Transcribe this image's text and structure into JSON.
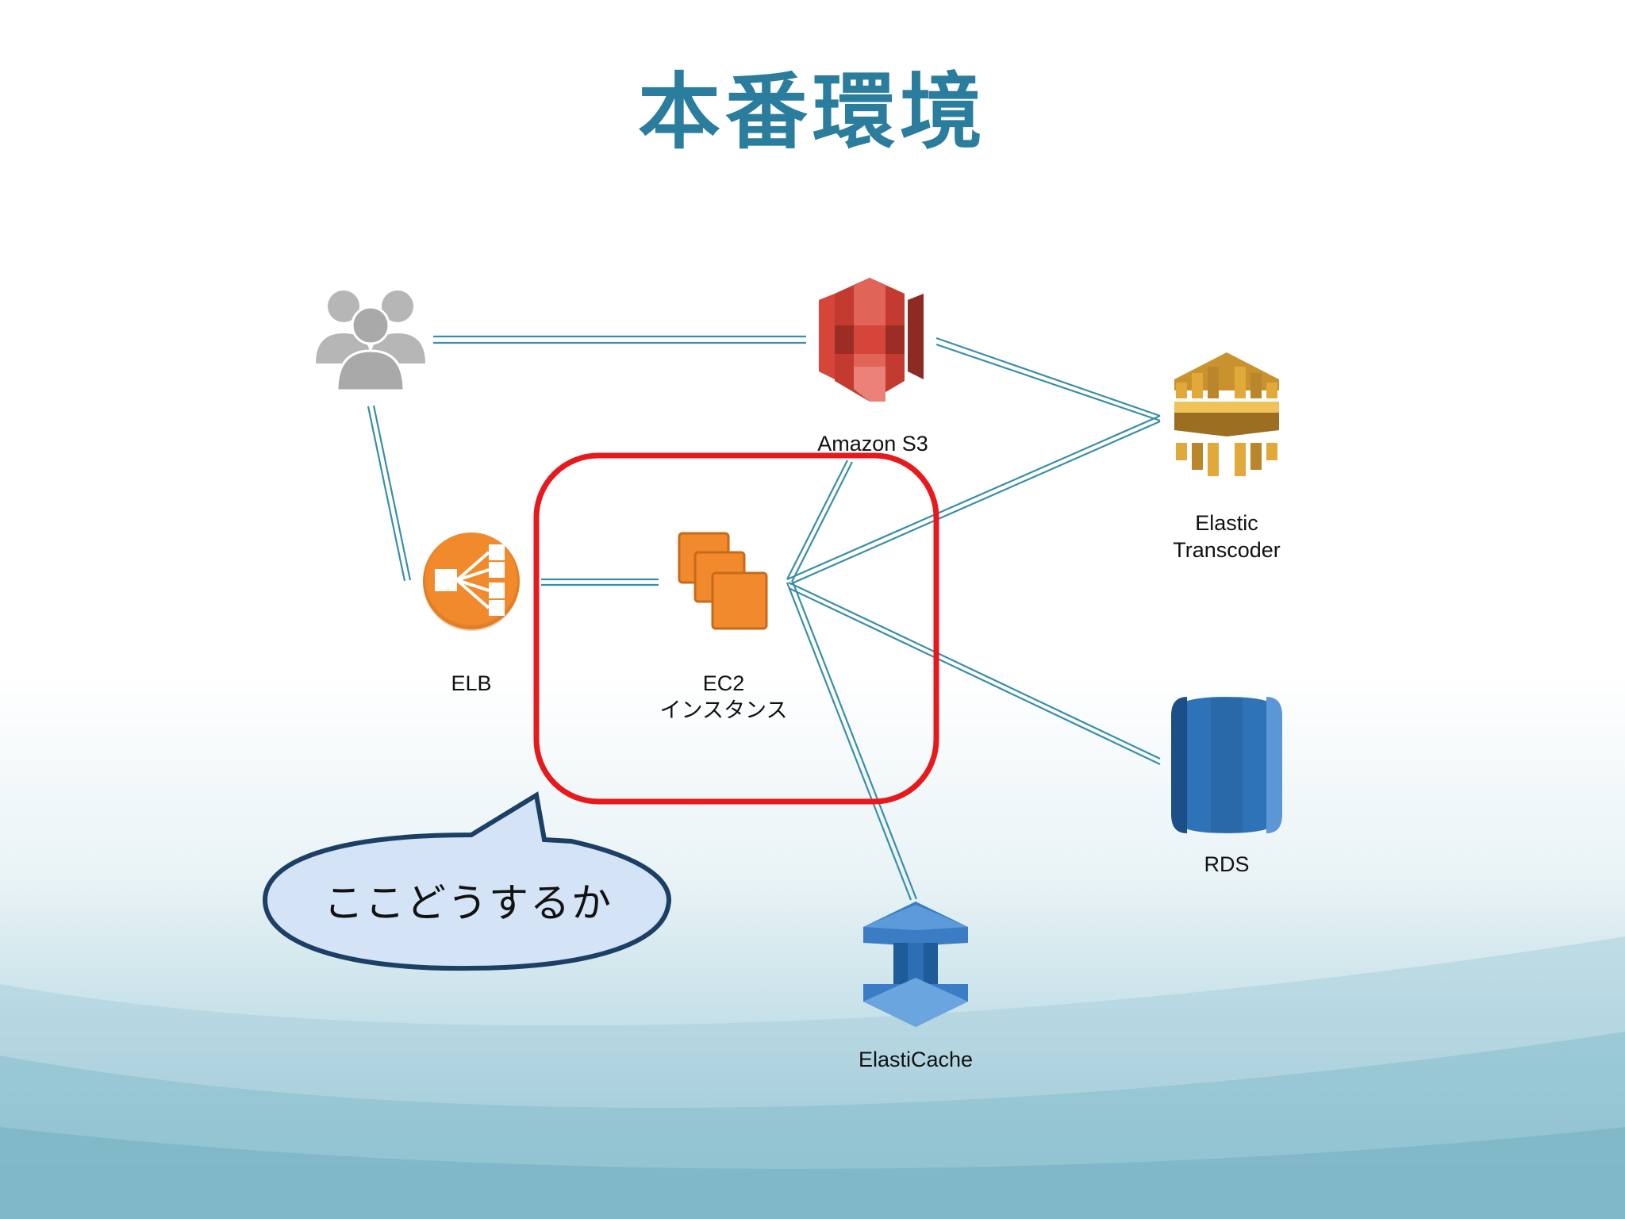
{
  "slide": {
    "title": "本番環境",
    "colors": {
      "title": "#2a7d9c",
      "connector": "#3a8ea8",
      "highlight": "#e8191d",
      "bubble_fill": "#d4e4f6",
      "bubble_stroke": "#1c3f66",
      "elb": "#f08a2c",
      "ec2": "#f08a2c",
      "s3": "#d6453a",
      "transcoder": "#e0a93a",
      "rds": "#2e73b8",
      "elasticache": "#3b7dc4",
      "users": "#b6b6b6"
    }
  },
  "nodes": {
    "users": {
      "icon": "users-icon"
    },
    "s3": {
      "label": "Amazon S3",
      "icon": "s3-bucket-icon"
    },
    "transcoder": {
      "label_line1": "Elastic",
      "label_line2": "Transcoder",
      "icon": "elastic-transcoder-icon"
    },
    "elb": {
      "label": "ELB",
      "icon": "load-balancer-icon"
    },
    "ec2": {
      "label_line1": "EC2",
      "label_line2": "インスタンス",
      "icon": "ec2-instances-icon"
    },
    "rds": {
      "label": "RDS",
      "icon": "database-icon"
    },
    "elasticache": {
      "label": "ElastiCache",
      "icon": "elasticache-icon"
    }
  },
  "callout": {
    "text": "ここどうするか"
  }
}
